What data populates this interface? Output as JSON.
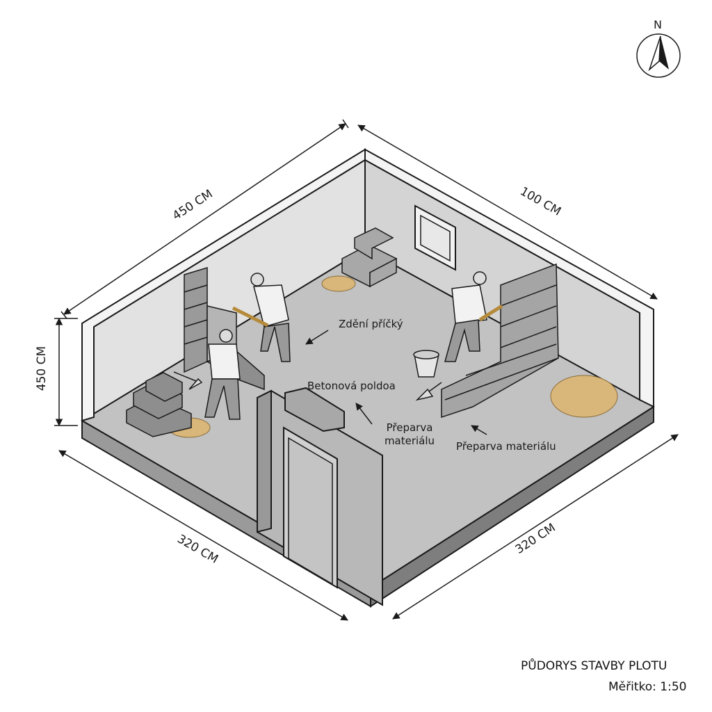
{
  "compass": {
    "label": "N"
  },
  "dimensions": {
    "top_left": "450 CM",
    "top_right": "100 CM",
    "height_left": "450 CM",
    "bottom_left": "320 CM",
    "bottom_right": "320 CM"
  },
  "annotations": {
    "partition_walling": "Zdění příčký",
    "concrete_floor": "Betonová poldoa",
    "material_prep_1": "Přeparva materiálu",
    "material_prep_2": "Přeparva materiálu"
  },
  "title_block": {
    "title": "PŮDORYS STAVBY PLOTU",
    "scale": "Měřitko: 1:50"
  },
  "colors": {
    "floor": "#bdbdbd",
    "wall": "#dcdcdc",
    "sand": "#d9b67a",
    "line": "#1a1a1a"
  }
}
